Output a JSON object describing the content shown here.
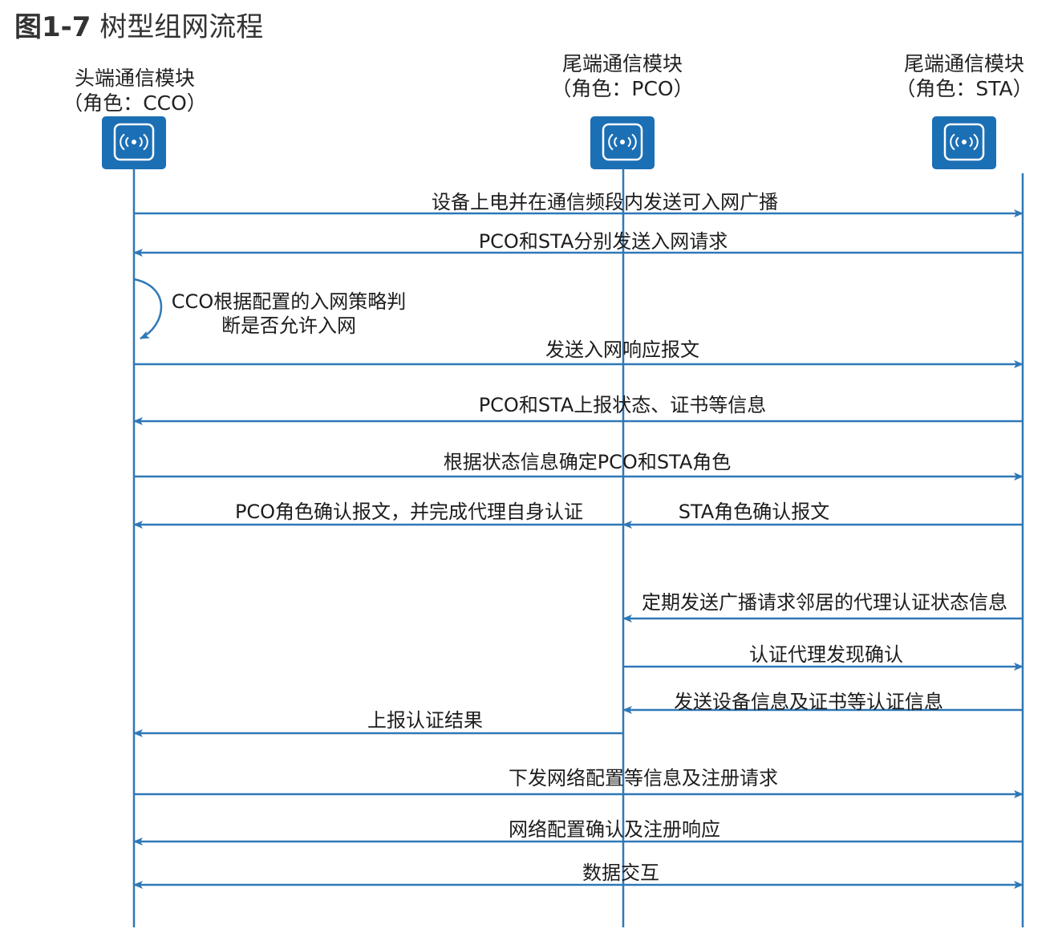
{
  "figure": {
    "number": "图1-7",
    "title": "树型组网流程"
  },
  "actors": [
    {
      "name": "头端通信模块",
      "role": "（角色：CCO）",
      "icon": "network-module-icon"
    },
    {
      "name": "尾端通信模块",
      "role": "（角色：PCO）",
      "icon": "network-module-icon"
    },
    {
      "name": "尾端通信模块",
      "role": "（角色：STA）",
      "icon": "network-module-icon"
    }
  ],
  "messages": [
    {
      "from": "CCO",
      "to": "STA",
      "text": "设备上电并在通信频段内发送可入网广播"
    },
    {
      "from": "STA",
      "to": "CCO",
      "text": "PCO和STA分别发送入网请求"
    },
    {
      "from": "CCO",
      "to": "CCO",
      "text": [
        "CCO根据配置的入网策略判",
        "断是否允许入网"
      ]
    },
    {
      "from": "CCO",
      "to": "STA",
      "text": "发送入网响应报文"
    },
    {
      "from": "STA",
      "to": "CCO",
      "text": "PCO和STA上报状态、证书等信息"
    },
    {
      "from": "CCO",
      "to": "STA",
      "text": "根据状态信息确定PCO和STA角色"
    },
    {
      "from": "PCO",
      "to": "CCO",
      "text": "PCO角色确认报文，并完成代理自身认证"
    },
    {
      "from": "STA",
      "to": "PCO",
      "text": "STA角色确认报文"
    },
    {
      "from": "STA",
      "to": "PCO",
      "text": "定期发送广播请求邻居的代理认证状态信息"
    },
    {
      "from": "PCO",
      "to": "STA",
      "text": "认证代理发现确认"
    },
    {
      "from": "STA",
      "to": "PCO",
      "text": "发送设备信息及证书等认证信息"
    },
    {
      "from": "PCO",
      "to": "CCO",
      "text": "上报认证结果"
    },
    {
      "from": "CCO",
      "to": "STA",
      "text": "下发网络配置等信息及注册请求"
    },
    {
      "from": "STA",
      "to": "CCO",
      "text": "网络配置确认及注册响应"
    },
    {
      "from": "CCO",
      "to": "STA",
      "bidirectional": true,
      "text": "数据交互"
    }
  ],
  "colors": {
    "line": "#2f78b7",
    "icon_bg": "#1b6fb5",
    "text": "#1c1c1c"
  }
}
